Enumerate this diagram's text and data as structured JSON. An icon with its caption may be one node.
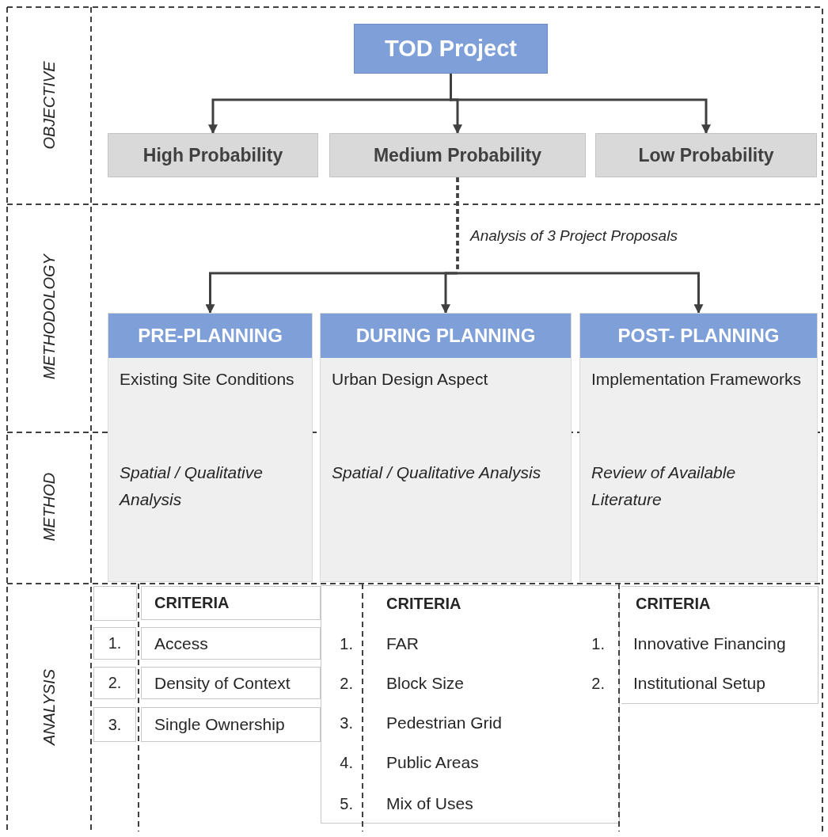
{
  "diagram": {
    "nodes": [
      {
        "text": [
          "TOD Project"
        ]
      },
      {
        "text": [
          "High Probability"
        ]
      },
      {
        "text": [
          "Medium Probability"
        ]
      },
      {
        "text": [
          "Low Probability"
        ]
      },
      {
        "text": [
          "PRE-PLANNING",
          "Existing Site Conditions",
          "Spatial / Qualitative Analysis"
        ]
      },
      {
        "text": [
          "DURING PLANNING",
          "Urban Design Aspect",
          "Spatial / Qualitative Analysis"
        ]
      },
      {
        "text": [
          "POST- PLANNING",
          "Implementation Frameworks",
          "Review of Available Literature"
        ]
      }
    ],
    "edges": [
      {
        "from": 0,
        "to": 1,
        "arrow": "to"
      },
      {
        "from": 0,
        "to": 2,
        "arrow": "to"
      },
      {
        "from": 0,
        "to": 3,
        "arrow": "to"
      },
      {
        "from": 2,
        "to": 4,
        "arrow": "to",
        "style": "dashed"
      },
      {
        "from": 2,
        "to": 5,
        "arrow": "to",
        "style": "dashed",
        "label": "Analysis of 3 Project Proposals"
      },
      {
        "from": 2,
        "to": 6,
        "arrow": "to",
        "style": "dashed"
      }
    ],
    "labels": [
      "OBJECTIVE",
      "METHODOLOGY",
      "METHOD",
      "ANALYSIS",
      "CRITERIA",
      "1.",
      "Access",
      "2.",
      "Density of Context",
      "3.",
      "Single Ownership",
      "CRITERIA",
      "1.",
      "FAR",
      "2.",
      "Block Size",
      "3.",
      "Pedestrian Grid",
      "4.",
      "Public Areas",
      "5.",
      "Mix of Uses",
      "CRITERIA",
      "1.",
      "Innovative Financing",
      "2.",
      "Institutional Setup"
    ]
  }
}
